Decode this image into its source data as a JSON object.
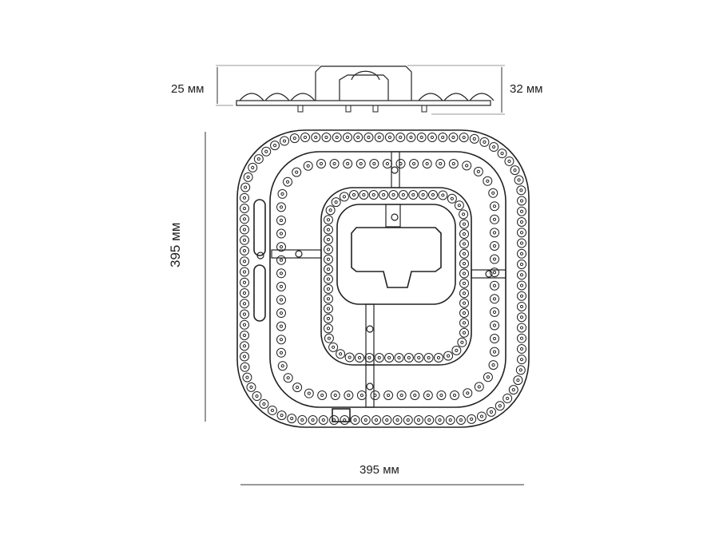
{
  "dimensions": {
    "side_height_body": "25 мм",
    "side_height_total": "32 мм",
    "height": "395 мм",
    "width": "395 мм"
  }
}
